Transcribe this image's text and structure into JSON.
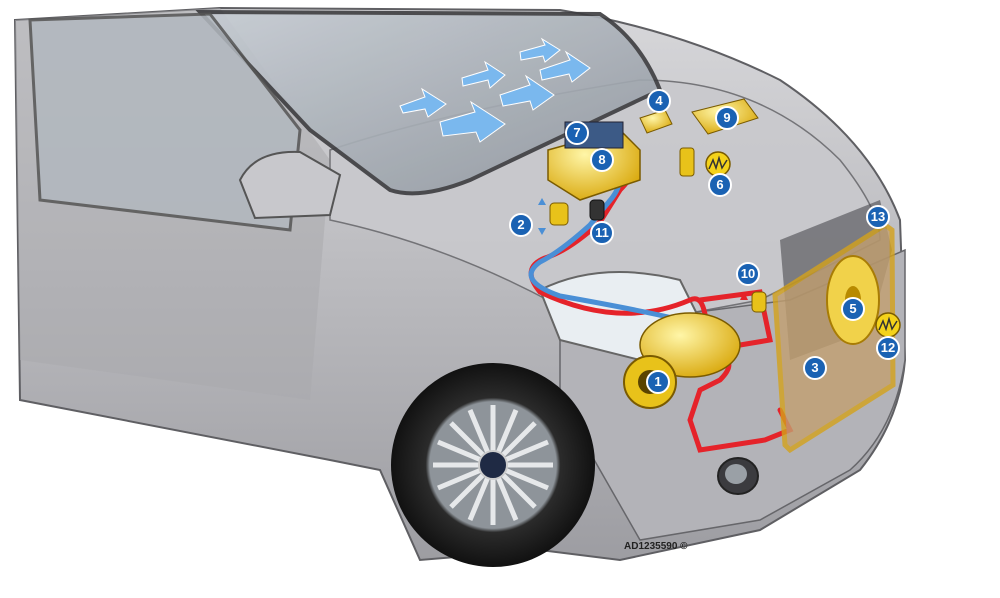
{
  "diagram": {
    "reference_code": "AD1235590 ©",
    "callouts": [
      "1",
      "2",
      "3",
      "4",
      "5",
      "6",
      "7",
      "8",
      "9",
      "10",
      "11",
      "12",
      "13"
    ]
  },
  "colors": {
    "callout_fill": "#1a62b3",
    "component_yellow": "#f4d21a",
    "high_pressure_line": "#e5232a",
    "low_pressure_line": "#4a8fd6",
    "airflow_arrow": "#7ab8ee",
    "body_grey": "#b9b9bd"
  },
  "icons": [
    "airflow-arrow-icon",
    "pressure-arrow-icon",
    "sensor-symbol-icon",
    "tyre-wheel-icon"
  ]
}
